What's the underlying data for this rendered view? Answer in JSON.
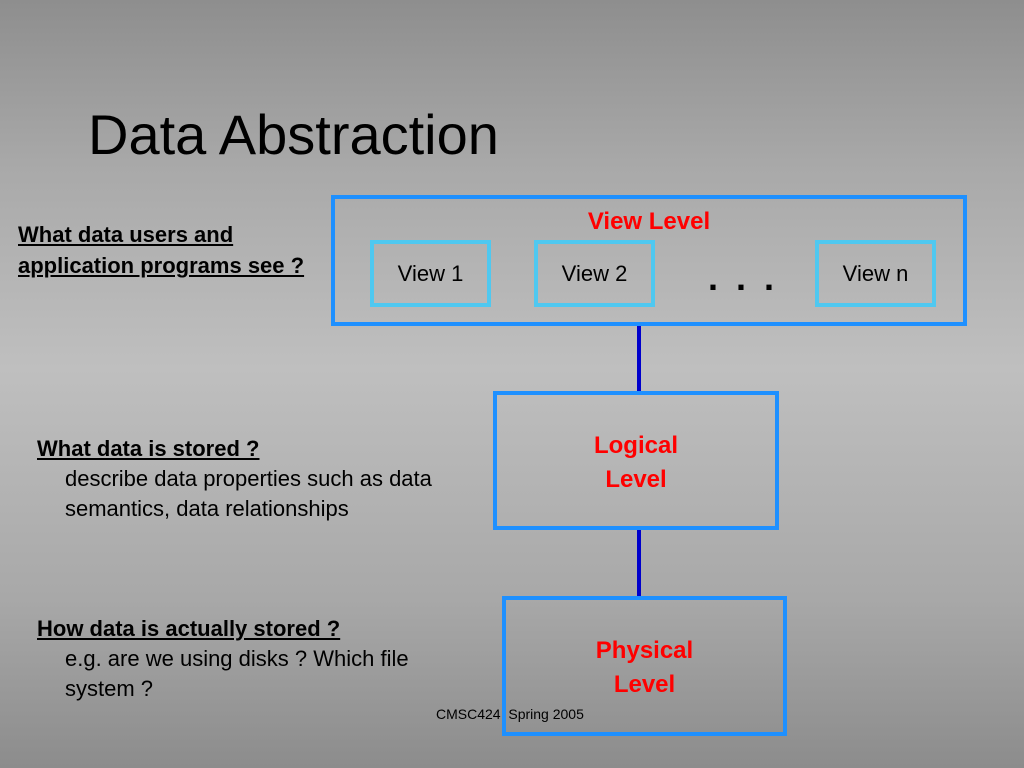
{
  "slide": {
    "title": "Data Abstraction",
    "footer": "CMSC424  Spring 2005"
  },
  "notes": {
    "view": {
      "heading": "What data users and application programs see ?"
    },
    "logical": {
      "heading": "What data is stored ?",
      "body": "describe data properties such as data semantics, data relationships"
    },
    "physical": {
      "heading": "How data is actually stored ?",
      "body": "e.g. are we using disks ? Which file system ?"
    }
  },
  "diagram": {
    "view_level": {
      "label": "View Level",
      "views": [
        "View 1",
        "View 2",
        "View n"
      ],
      "ellipsis": ". . ."
    },
    "logical_level": {
      "label_line1": "Logical",
      "label_line2": "Level"
    },
    "physical_level": {
      "label_line1": "Physical",
      "label_line2": "Level"
    }
  },
  "colors": {
    "level_border": "#1e90ff",
    "view_border": "#4fc8f0",
    "level_label": "#ff0000",
    "connector": "#0000cc"
  }
}
